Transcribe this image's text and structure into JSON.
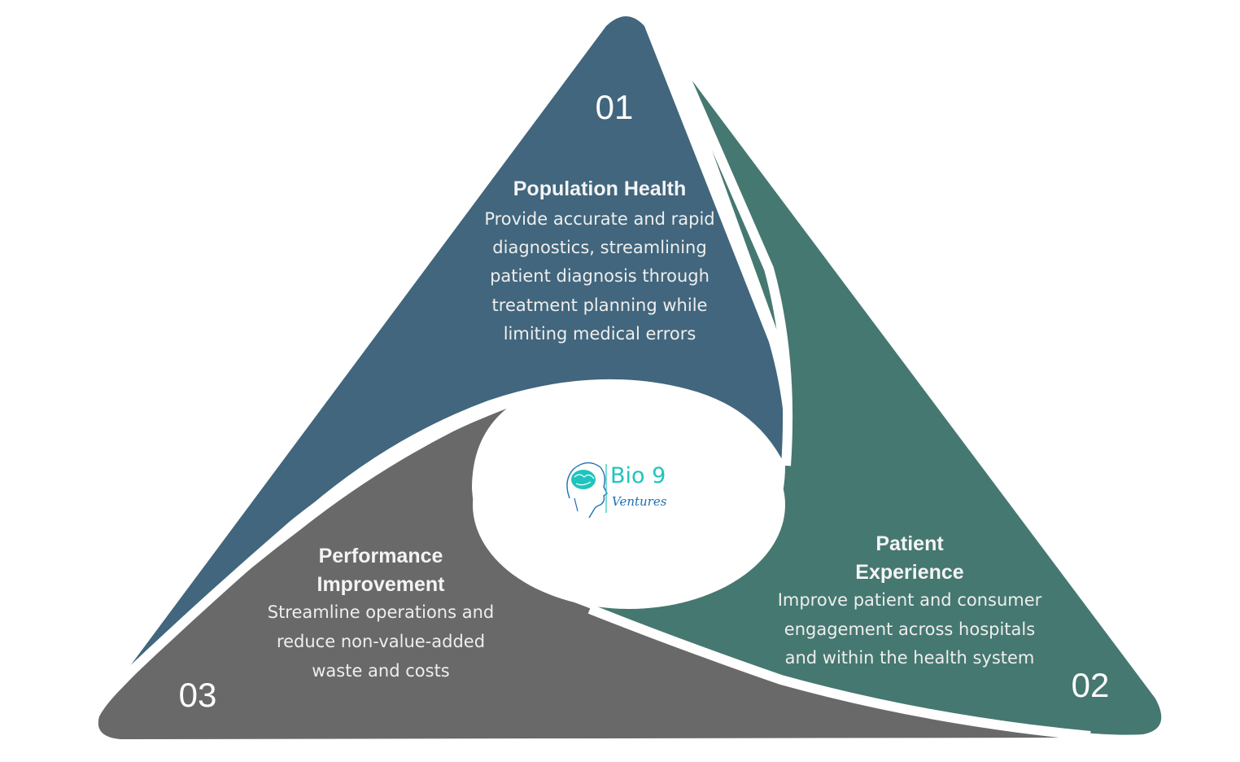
{
  "diagram": {
    "type": "three-segment-triangle-cycle",
    "colors": {
      "segment_1": "#41667d",
      "segment_2": "#457870",
      "segment_3": "#696969",
      "logo_teal": "#1fc4be",
      "logo_blue": "#1e6fb5",
      "background": "#ffffff",
      "text": "#ffffff"
    },
    "segments": [
      {
        "number": "01",
        "title": "Population Health",
        "description_lines": [
          "Provide accurate and rapid",
          "diagnostics, streamlining",
          "patient diagnosis through",
          "treatment planning while",
          "limiting medical errors"
        ]
      },
      {
        "number": "02",
        "title_lines": [
          "Patient",
          "Experience"
        ],
        "description_lines": [
          "Improve patient and consumer",
          "engagement across hospitals",
          "and within the health system"
        ]
      },
      {
        "number": "03",
        "title_lines": [
          "Performance",
          "Improvement"
        ],
        "description_lines": [
          "Streamline operations and",
          "reduce non-value-added",
          "waste and costs"
        ]
      }
    ],
    "logo": {
      "name_line1": "Bio 9",
      "name_line2": "Ventures",
      "icon": "brain-head-profile-icon"
    }
  }
}
